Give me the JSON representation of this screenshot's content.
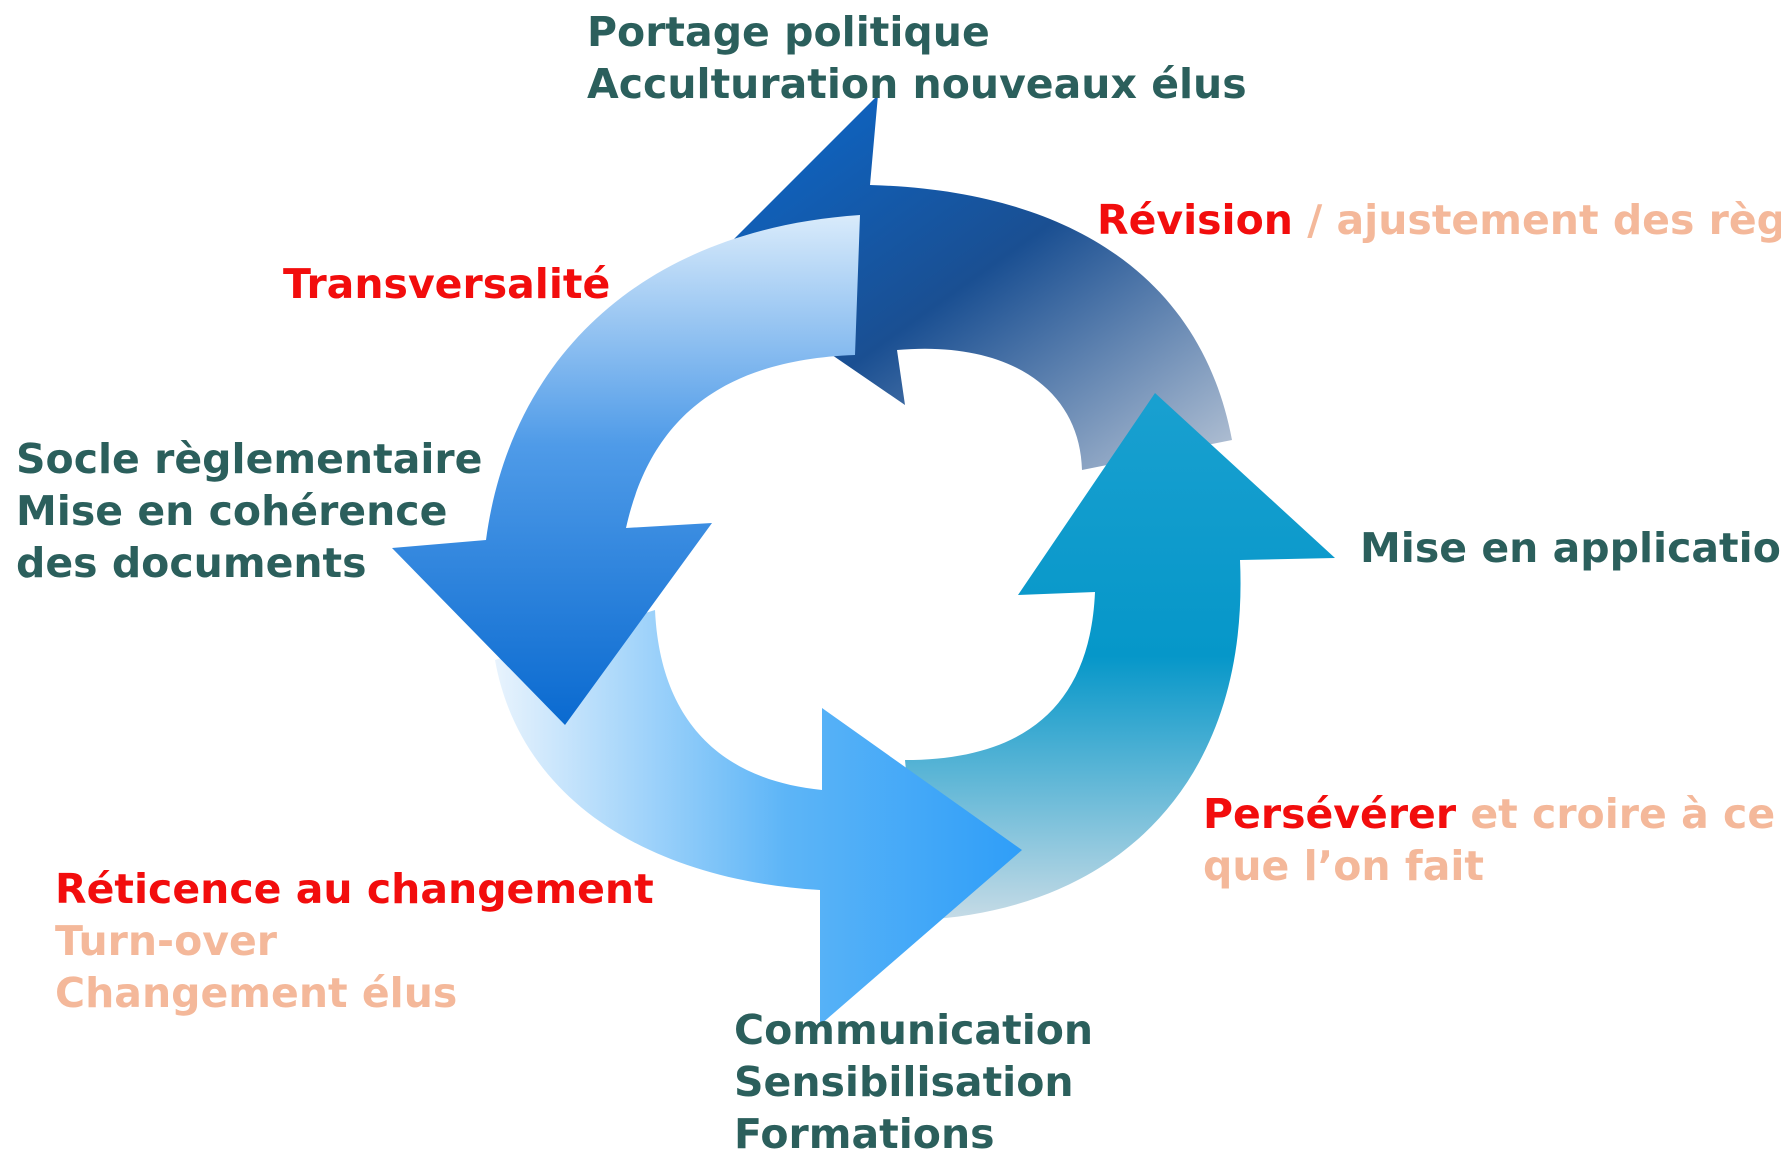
{
  "colors": {
    "dark_teal_text": "#2b5f5c",
    "red_text": "#f20d0d",
    "peach_text": "#f4b89a"
  },
  "labels": {
    "top_line1": "Portage politique",
    "top_line2": "Acculturation nouveaux élus",
    "revision_red": "Révision",
    "revision_rest": " / ajustement des règles",
    "transversalite": "Transversalité",
    "socle_line1": "Socle règlementaire",
    "socle_line2": "Mise en cohérence",
    "socle_line3": "des documents",
    "mise_en_application": "Mise en application",
    "perseverer_red": "Persévérer",
    "perseverer_rest": " et croire à ce",
    "perseverer_line2": "que l’on fait",
    "reticence": "Réticence au changement",
    "turnover": "Turn-over",
    "changement_elus": "Changement élus",
    "comm_line1": "Communication",
    "comm_line2": "Sensibilisation",
    "comm_line3": "Formations"
  }
}
